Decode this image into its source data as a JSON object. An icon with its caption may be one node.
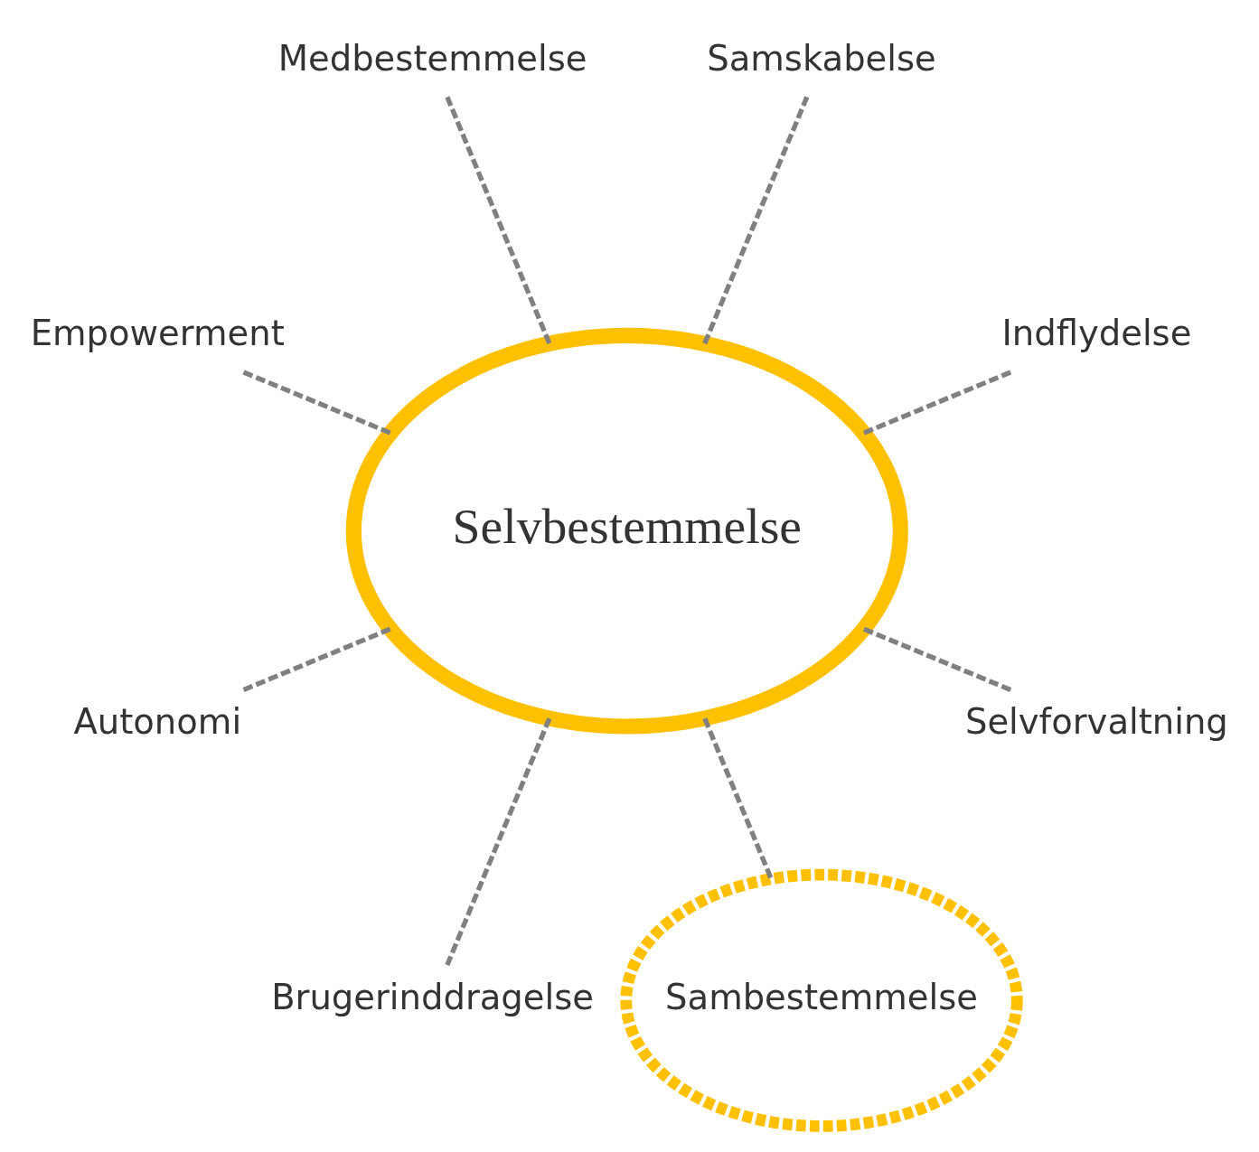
{
  "diagram": {
    "nodes": [
      {
        "text": [
          "Indflydelse"
        ]
      },
      {
        "text": [
          "Samskabelse"
        ]
      },
      {
        "text": [
          "Medbestemmelse"
        ]
      },
      {
        "text": [
          "Empowerment"
        ]
      },
      {
        "text": [
          "Selvbestemmelse"
        ]
      },
      {
        "text": [
          "Autonomi"
        ]
      },
      {
        "text": [
          "Brugerinddragelse"
        ]
      },
      {
        "text": [
          "Sambestemmelse"
        ]
      },
      {
        "text": [
          "Selvforvaltning"
        ]
      }
    ],
    "edges": [
      {
        "from": 4,
        "to": 0,
        "arrow": "none",
        "style": "dashed"
      },
      {
        "from": 4,
        "to": 2,
        "arrow": "none",
        "style": "dashed"
      },
      {
        "from": 4,
        "to": 5,
        "arrow": "none",
        "style": "dashed"
      },
      {
        "from": 4,
        "to": 7,
        "arrow": "none",
        "style": "dashed"
      },
      {
        "from": 4,
        "to": 8,
        "arrow": "none",
        "style": "dashed"
      },
      {
        "from": 4,
        "to": 6,
        "arrow": "none",
        "style": "dashed"
      },
      {
        "from": 4,
        "to": 3,
        "arrow": "none",
        "style": "dashed"
      },
      {
        "from": 4,
        "to": 1,
        "arrow": "none",
        "style": "dashed"
      }
    ]
  }
}
